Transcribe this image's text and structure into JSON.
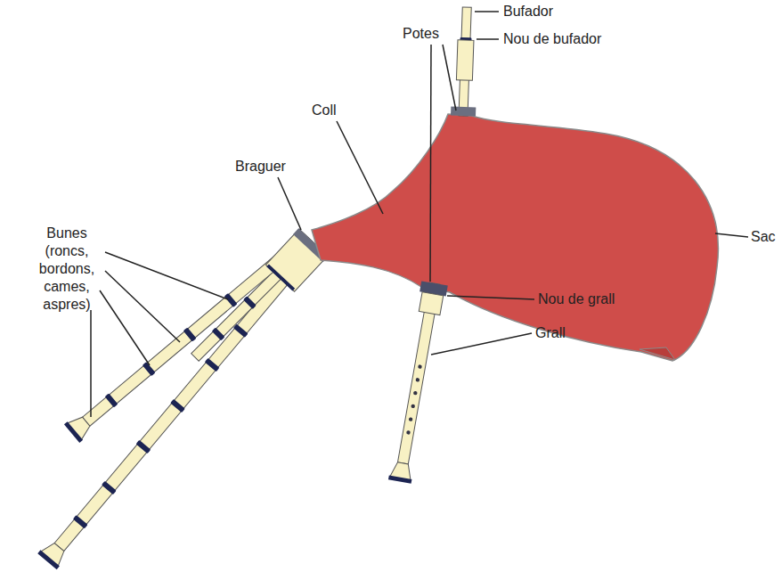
{
  "diagram": {
    "labels": [
      "Potes",
      "Bufador",
      "Nou de bufador",
      "Coll",
      "Braguer",
      "Sac",
      "Bunes (roncs, bordons, cames, aspres)",
      "Nou de grall",
      "Grall"
    ]
  }
}
